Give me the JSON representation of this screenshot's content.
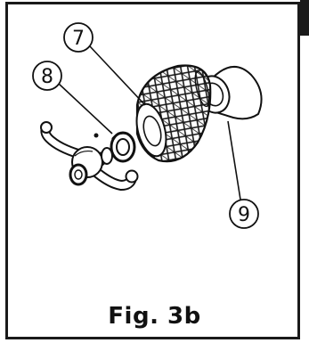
{
  "figure": {
    "caption": "Fig. 3b",
    "callouts": [
      {
        "id": "7",
        "label": "7"
      },
      {
        "id": "8",
        "label": "8"
      },
      {
        "id": "9",
        "label": "9"
      }
    ]
  },
  "colors": {
    "line": "#111111",
    "fill": "#ffffff",
    "mesh": "#2a2a2a"
  }
}
